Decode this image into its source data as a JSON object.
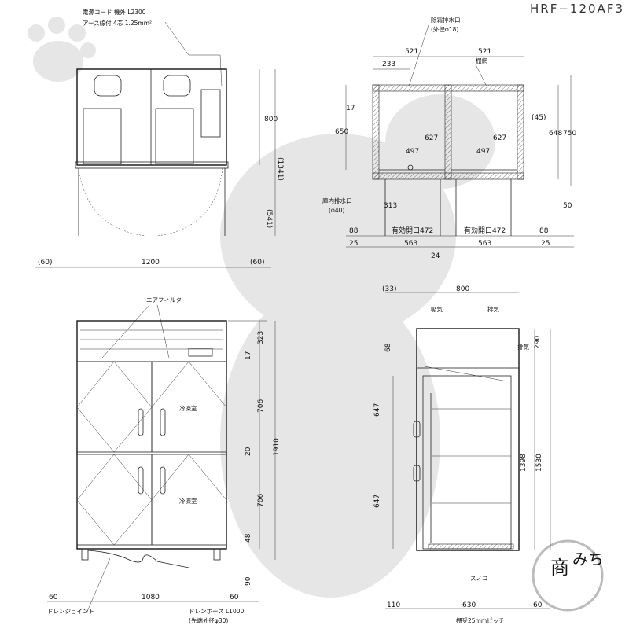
{
  "model": "HRF−120AF3",
  "watermark": {
    "paw": "paw-print-logo",
    "stamp_glyph": "みち",
    "stamp_kanji": "商"
  },
  "top_view": {
    "power_cord_1": "電源コード 機外 L2300",
    "power_cord_2": "アース線付 4芯 1.25mm²",
    "dim_800": "800",
    "dim_1341": "(1341)",
    "dim_541": "(541)",
    "dim_1200": "1200",
    "dim_60_left": "(60)",
    "dim_60_right": "(60)"
  },
  "section_view": {
    "evap_drain": "除霜排水口",
    "evap_drain_dia": "(外径φ18)",
    "shelf_net": "棚網",
    "inner_drain": "庫内排水口",
    "inner_drain_dia": "(φ40)",
    "w521a": "521",
    "w521b": "521",
    "w233": "233",
    "h17": "17",
    "h650": "650",
    "h627a": "627",
    "h627b": "627",
    "w497a": "497",
    "w497b": "497",
    "h45": "(45)",
    "h648": "648",
    "h750": "750",
    "w313": "313",
    "h50": "50",
    "w88a": "88",
    "open_a": "有効開口472",
    "open_b": "有効開口472",
    "w88b": "88",
    "w25a": "25",
    "w563a": "563",
    "w563b": "563",
    "w25b": "25",
    "w24": "24"
  },
  "front_view": {
    "air_filter": "エアフィルタ",
    "room_upper": "冷凍室",
    "room_lower": "冷凍室",
    "h323": "323",
    "h17": "17",
    "h706a": "706",
    "h20": "20",
    "h1910": "1910",
    "h706b": "706",
    "h48": "48",
    "h90": "90",
    "w60a": "60",
    "w1080": "1080",
    "w60b": "60",
    "drain_joint": "ドレンジョイント",
    "drain_hose": "ドレンホース L1000",
    "drain_hose_dia": "(先端外径φ30)"
  },
  "side_view": {
    "w33": "(33)",
    "w800": "800",
    "intake": "吸気",
    "exhaust_top": "排気",
    "exhaust_side": "排気",
    "h68": "68",
    "h647a": "647",
    "h647b": "647",
    "h290": "290",
    "h1398": "1398",
    "h1530": "1530",
    "sunoko": "スノコ",
    "pitch": "棚受25mmピッチ",
    "w110": "110",
    "w630": "630",
    "w60": "60"
  }
}
